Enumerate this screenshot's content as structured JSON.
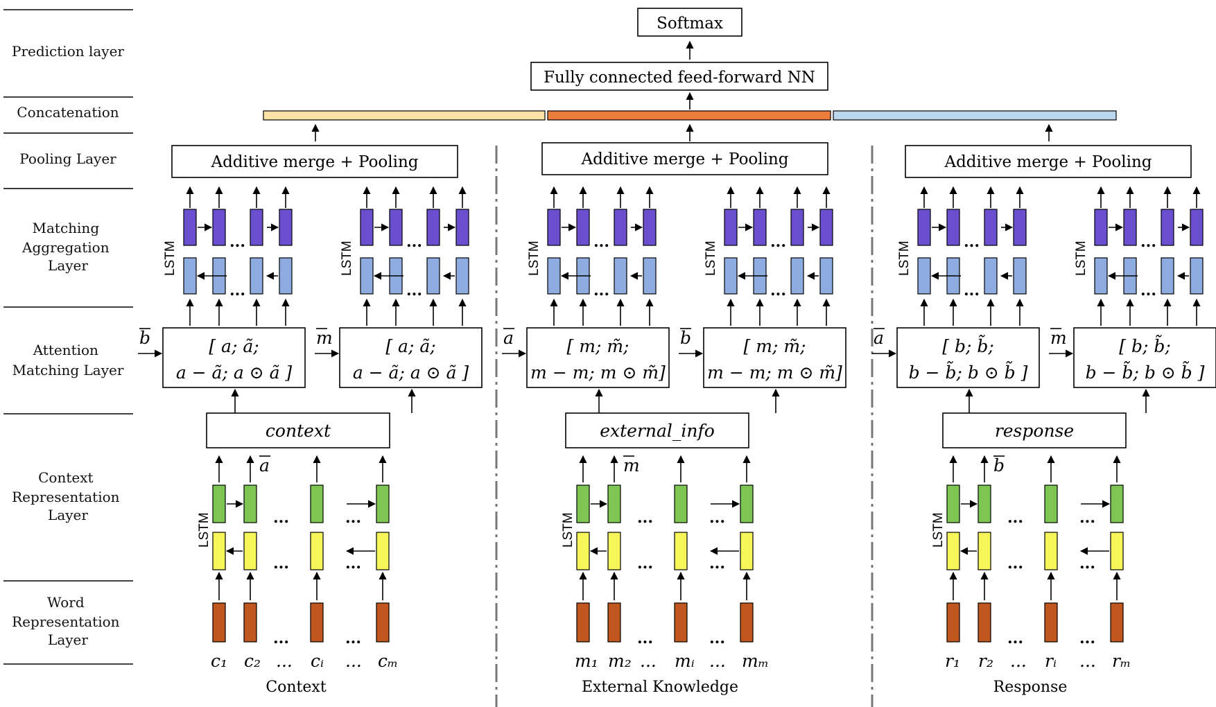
{
  "layers": [
    "Prediction layer",
    "Concatenation",
    "Pooling Layer",
    [
      "Matching",
      "Aggregation",
      "Layer"
    ],
    [
      "Attention",
      "Matching Layer"
    ],
    [
      "Context",
      "Representation",
      "Layer"
    ],
    [
      "Word",
      "Representation",
      "Layer"
    ]
  ],
  "top": {
    "softmax": "Softmax",
    "ffnn": "Fully connected feed-forward NN"
  },
  "pool_label": "Additive merge + Pooling",
  "lstm_label": "LSTM",
  "dots": "...",
  "columns": [
    {
      "title": "Context",
      "encoder": "context",
      "rep_symbol": "a",
      "att": [
        {
          "in": "b",
          "line1": "[ a;  ã;",
          "line2": "a − ã; a ⊙ ã ]"
        },
        {
          "in": "m",
          "line1": "[ a;  ã;",
          "line2": "a − ã; a ⊙ ã ]"
        }
      ],
      "tokens": [
        "c₁",
        "c₂",
        "...",
        "cᵢ",
        "...",
        "cₘ"
      ]
    },
    {
      "title": "External Knowledge",
      "encoder": "external_info",
      "rep_symbol": "m",
      "att": [
        {
          "in": "a",
          "line1": "[ m;  m̃;",
          "line2": "m − m; m ⊙ m̃]"
        },
        {
          "in": "b",
          "line1": "[ m;  m̃;",
          "line2": "m − m; m ⊙ m̃]"
        }
      ],
      "tokens": [
        "m₁",
        "m₂",
        "...",
        "mᵢ",
        "...",
        "mₘ"
      ]
    },
    {
      "title": "Response",
      "encoder": "response",
      "rep_symbol": "b",
      "att": [
        {
          "in": "a",
          "line1": "[ b;  b̃;",
          "line2": "b − b̃; b ⊙ b̃ ]"
        },
        {
          "in": "m",
          "line1": "[ b;  b̃;",
          "line2": "b − b̃; b ⊙ b̃ ]"
        }
      ],
      "tokens": [
        "r₁",
        "r₂",
        "...",
        "rᵢ",
        "...",
        "rₘ"
      ]
    }
  ],
  "colors": {
    "concat": [
      "#fbe3a8",
      "#ec7d3c",
      "#bcd6ee"
    ],
    "purple": "#6a4fcf",
    "light_blue": "#8eacdf",
    "green": "#7dc653",
    "yellow": "#f6f55a",
    "brown": "#c0571f"
  }
}
